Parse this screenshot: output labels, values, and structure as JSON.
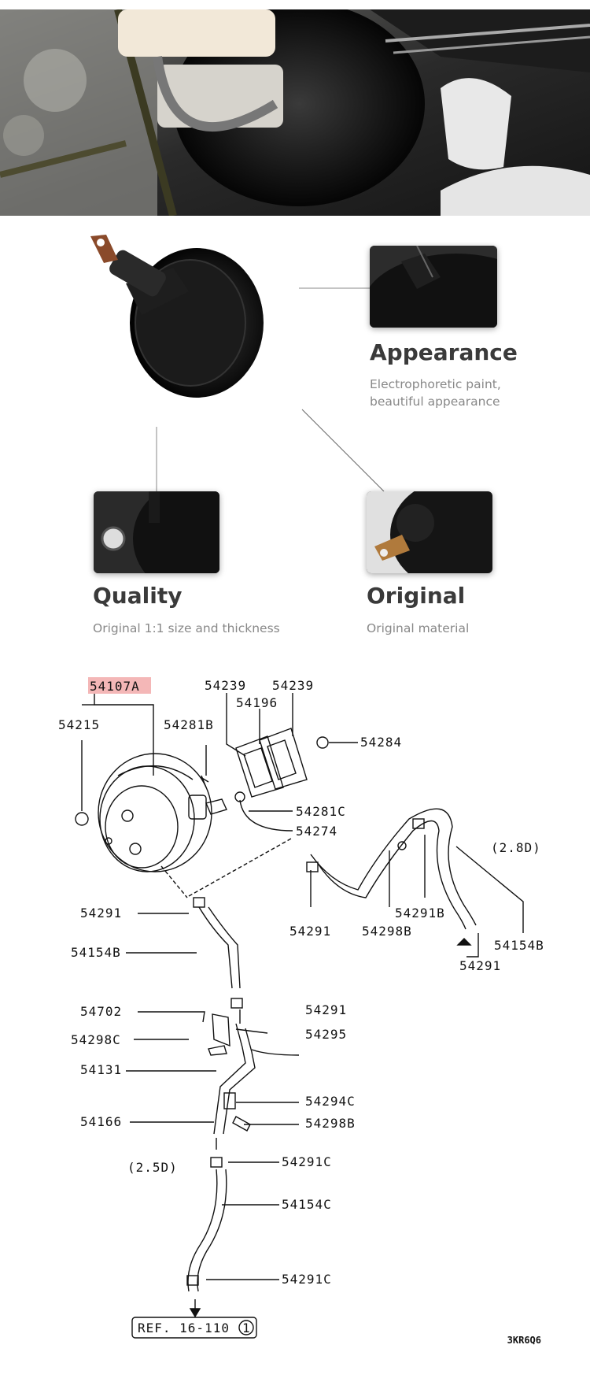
{
  "features": [
    {
      "title": "Appearance",
      "desc_line1": "Electrophoretic paint,",
      "desc_line2": "beautiful appearance"
    },
    {
      "title": "Quality",
      "desc_line1": "Original 1:1 size and thickness"
    },
    {
      "title": "Original",
      "desc_line1": "Original material"
    }
  ],
  "diagram": {
    "highlight_part": "54107A",
    "labels": {
      "p54215": "54215",
      "p54281B": "54281B",
      "p54239a": "54239",
      "p54239b": "54239",
      "p54196": "54196",
      "p54284": "54284",
      "p54281C": "54281C",
      "p54274": "54274",
      "p28D": "(2.8D)",
      "p54291_a": "54291",
      "p54291_b": "54291",
      "p54298B_a": "54298B",
      "p54291B": "54291B",
      "p54154B_r": "54154B",
      "p54291_c": "54291",
      "p54154B_l": "54154B",
      "p54702": "54702",
      "p54291_d": "54291",
      "p54295": "54295",
      "p54298C": "54298C",
      "p54131": "54131",
      "p54294C": "54294C",
      "p54298B_b": "54298B",
      "p54166": "54166",
      "p25D": "(2.5D)",
      "p54291C_a": "54291C",
      "p54154C": "54154C",
      "p54291C_b": "54291C",
      "ref": "REF. 16-110",
      "ref_circle": "1"
    },
    "code": "3KR6Q6"
  }
}
